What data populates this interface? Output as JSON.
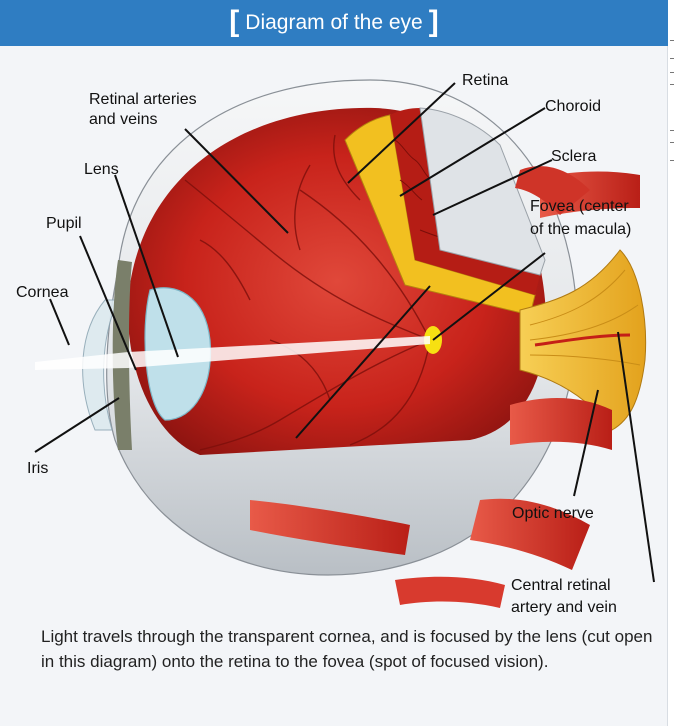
{
  "title": "Diagram of the eye",
  "title_brackets": {
    "open": "[",
    "close": "]"
  },
  "labels": {
    "retina": "Retina",
    "retinal_arteries_1": "Retinal arteries",
    "retinal_arteries_2": "and veins",
    "choroid": "Choroid",
    "sclera": "Sclera",
    "lens": "Lens",
    "fovea_1": "Fovea (center",
    "fovea_2": "of the macula)",
    "pupil": "Pupil",
    "cornea": "Cornea",
    "iris": "Iris",
    "optic_nerve": "Optic nerve",
    "central_retinal_1": "Central retinal",
    "central_retinal_2": "artery and vein"
  },
  "caption": "Light travels through the transparent cornea, and is focused by the lens (cut open in this diagram) onto the retina to the fovea (spot of focused vision).",
  "colors": {
    "header": "#2f7dc2",
    "panel": "#f3f5f8",
    "eye_red": "#c8231b",
    "retina_yellow": "#f2c020",
    "sclera_white": "#e9ecef",
    "nerve_orange": "#f1b42a",
    "muscle_red": "#d83a2e"
  }
}
